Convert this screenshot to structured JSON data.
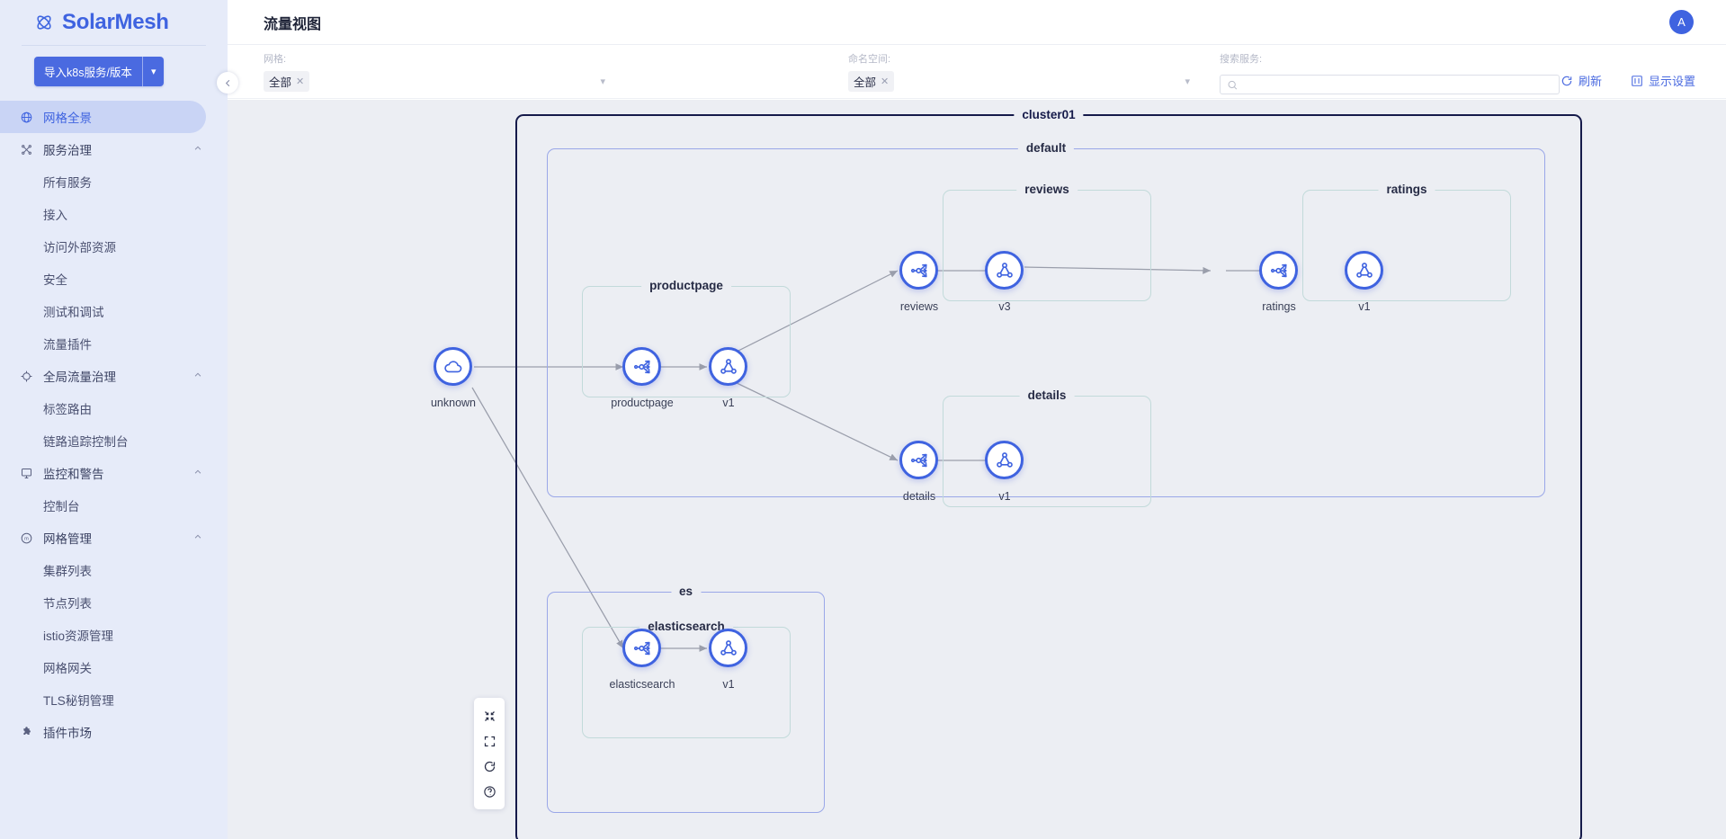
{
  "brand": {
    "name": "SolarMesh",
    "logo_icon": "atom-icon"
  },
  "sidebar": {
    "import_button": {
      "label": "导入k8s服务/版本",
      "caret_icon": "chevron-down-icon"
    },
    "items": [
      {
        "label": "网格全景",
        "icon": "globe-icon",
        "type": "item",
        "active": true
      },
      {
        "label": "服务治理",
        "icon": "nodes-icon",
        "type": "group",
        "arrow_icon": "chevron-up-icon"
      },
      {
        "label": "所有服务",
        "type": "sub"
      },
      {
        "label": "接入",
        "type": "sub"
      },
      {
        "label": "访问外部资源",
        "type": "sub"
      },
      {
        "label": "安全",
        "type": "sub"
      },
      {
        "label": "测试和调试",
        "type": "sub"
      },
      {
        "label": "流量插件",
        "type": "sub"
      },
      {
        "label": "全局流量治理",
        "icon": "route-icon",
        "type": "group",
        "arrow_icon": "chevron-up-icon"
      },
      {
        "label": "标签路由",
        "type": "sub"
      },
      {
        "label": "链路追踪控制台",
        "type": "sub"
      },
      {
        "label": "监控和警告",
        "icon": "monitor-icon",
        "type": "group",
        "arrow_icon": "chevron-up-icon"
      },
      {
        "label": "控制台",
        "type": "sub"
      },
      {
        "label": "网格管理",
        "icon": "mesh-icon",
        "type": "group",
        "arrow_icon": "chevron-up-icon"
      },
      {
        "label": "集群列表",
        "type": "sub"
      },
      {
        "label": "节点列表",
        "type": "sub"
      },
      {
        "label": "istio资源管理",
        "type": "sub"
      },
      {
        "label": "网格网关",
        "type": "sub"
      },
      {
        "label": "TLS秘钥管理",
        "type": "sub"
      },
      {
        "label": "插件市场",
        "icon": "puzzle-icon",
        "type": "item"
      }
    ]
  },
  "topbar": {
    "title": "流量视图",
    "collapse_icon": "chevron-left-icon",
    "avatar_initial": "A"
  },
  "filters": {
    "mesh": {
      "label": "网格:",
      "value": "全部",
      "remove_icon": "close-icon",
      "caret_icon": "chevron-down-icon"
    },
    "namespace": {
      "label": "命名空间:",
      "value": "全部",
      "remove_icon": "close-icon",
      "caret_icon": "chevron-down-icon"
    },
    "search": {
      "label": "搜索服务:",
      "value": "",
      "placeholder": "",
      "icon": "search-icon"
    },
    "actions": [
      {
        "label": "刷新",
        "icon": "refresh-icon"
      },
      {
        "label": "显示设置",
        "icon": "display-settings-icon"
      }
    ]
  },
  "graph": {
    "accent": "#3f63e0",
    "cluster_border": "#151a4a",
    "namespace_border": "#9aa7e8",
    "service_border": "#c2dada",
    "background": "#eceef3",
    "clusters": [
      {
        "name": "cluster01"
      }
    ],
    "namespaces": [
      {
        "name": "default"
      },
      {
        "name": "es"
      }
    ],
    "service_groups": [
      {
        "name": "productpage"
      },
      {
        "name": "reviews"
      },
      {
        "name": "ratings"
      },
      {
        "name": "details"
      },
      {
        "name": "elasticsearch"
      }
    ],
    "nodes": [
      {
        "id": "unknown",
        "label": "unknown",
        "icon": "cloud-icon"
      },
      {
        "id": "productpage",
        "label": "productpage",
        "icon": "service-split-icon"
      },
      {
        "id": "productpage-v1",
        "label": "v1",
        "icon": "workload-icon"
      },
      {
        "id": "reviews",
        "label": "reviews",
        "icon": "service-split-icon"
      },
      {
        "id": "reviews-v3",
        "label": "v3",
        "icon": "workload-icon"
      },
      {
        "id": "ratings",
        "label": "ratings",
        "icon": "service-split-icon"
      },
      {
        "id": "ratings-v1",
        "label": "v1",
        "icon": "workload-icon"
      },
      {
        "id": "details",
        "label": "details",
        "icon": "service-split-icon"
      },
      {
        "id": "details-v1",
        "label": "v1",
        "icon": "workload-icon"
      },
      {
        "id": "elasticsearch",
        "label": "elasticsearch",
        "icon": "service-split-icon"
      },
      {
        "id": "elasticsearch-v1",
        "label": "v1",
        "icon": "workload-icon"
      }
    ],
    "edges": [
      {
        "from": "unknown",
        "to": "productpage"
      },
      {
        "from": "productpage",
        "to": "productpage-v1"
      },
      {
        "from": "productpage-v1",
        "to": "reviews"
      },
      {
        "from": "productpage-v1",
        "to": "details"
      },
      {
        "from": "reviews",
        "to": "reviews-v3"
      },
      {
        "from": "reviews-v3",
        "to": "ratings"
      },
      {
        "from": "ratings",
        "to": "ratings-v1"
      },
      {
        "from": "details",
        "to": "details-v1"
      },
      {
        "from": "unknown",
        "to": "elasticsearch"
      },
      {
        "from": "elasticsearch",
        "to": "elasticsearch-v1"
      }
    ],
    "controls": [
      {
        "icon": "shrink-icon"
      },
      {
        "icon": "fit-screen-icon"
      },
      {
        "icon": "reload-icon"
      },
      {
        "icon": "help-icon"
      }
    ]
  }
}
